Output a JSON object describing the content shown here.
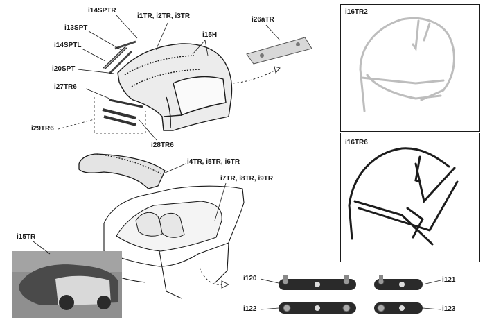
{
  "callouts": {
    "i14SPTR": "i14SPTR",
    "i13SPT": "i13SPT",
    "i14SPTL": "i14SPTL",
    "i20SPT": "i20SPT",
    "i27TR6": "i27TR6",
    "i29TR6": "i29TR6",
    "i28TR6": "i28TR6",
    "i1TR": "i1TR, i2TR, i3TR",
    "i15H": "i15H",
    "i26aTR": "i26aTR",
    "i4TR": "i4TR, i5TR, i6TR",
    "i7TR": "i7TR, i8TR, i9TR",
    "i15TR": "i15TR",
    "i120": "i120",
    "i121": "i121",
    "i122": "i122",
    "i123": "i123"
  },
  "panels": {
    "top": "i16TR2",
    "bottom": "i16TR6"
  },
  "colors": {
    "line": "#1a1a1a",
    "hood_fill": "#e9e9e9",
    "plate": "#2a2a2a",
    "frame_grey": "#bdbdbd",
    "frame_dark": "#1c1c1c",
    "photo_bg": "#8f8f8f"
  }
}
